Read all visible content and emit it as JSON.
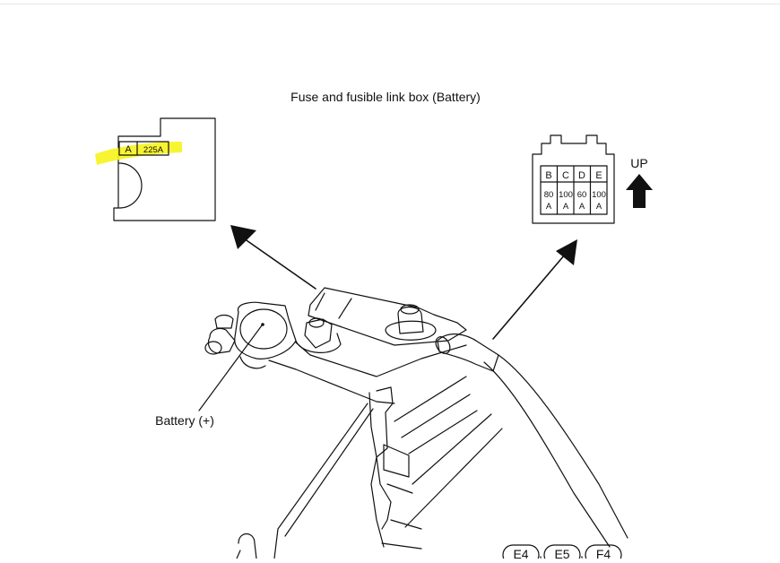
{
  "title": "Fuse and fusible link box (Battery)",
  "left_box": {
    "fuse_letter": "A",
    "fuse_rating": "225A",
    "highlight_color": "#f7f31c"
  },
  "right_box": {
    "columns": [
      {
        "letter": "B",
        "rating_top": "80",
        "rating_bottom": "A"
      },
      {
        "letter": "C",
        "rating_top": "100",
        "rating_bottom": "A"
      },
      {
        "letter": "D",
        "rating_top": "60",
        "rating_bottom": "A"
      },
      {
        "letter": "E",
        "rating_top": "100",
        "rating_bottom": "A"
      }
    ],
    "up_label": "UP"
  },
  "battery_label": "Battery (+)",
  "connectors": [
    "E4",
    "E5",
    "F4"
  ]
}
